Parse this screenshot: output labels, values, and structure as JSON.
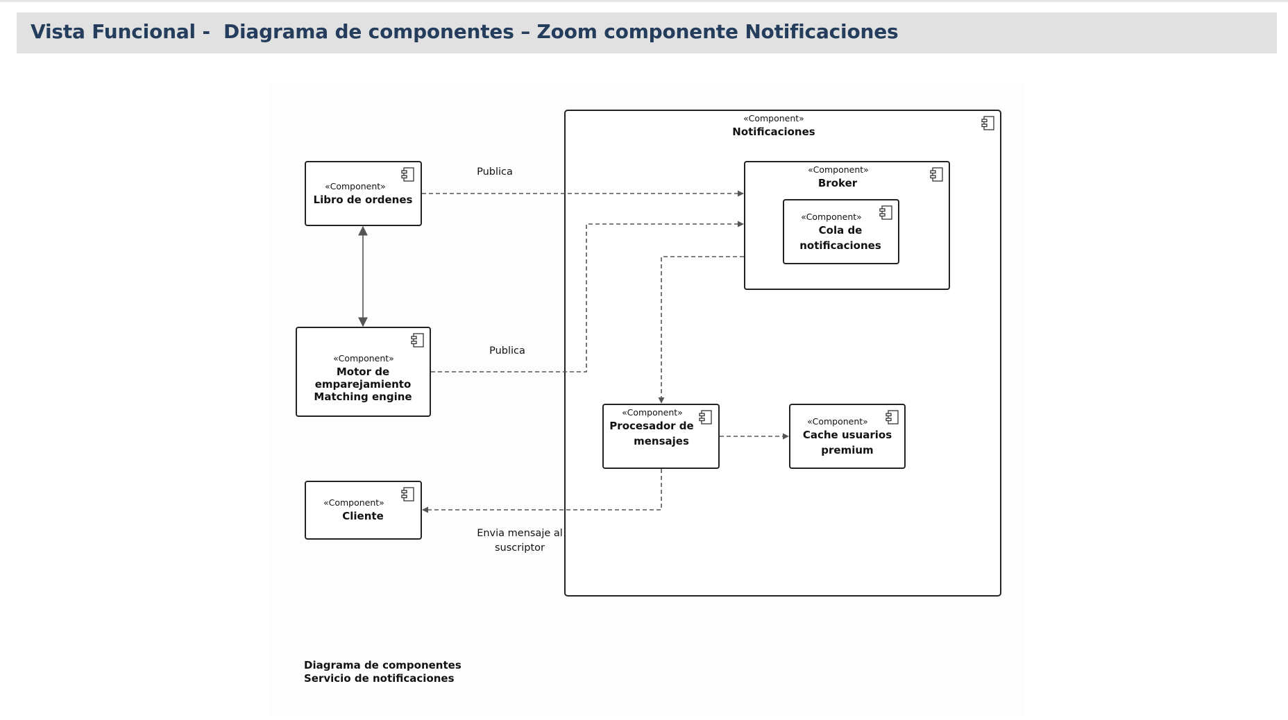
{
  "header": {
    "title": "Vista Funcional -  Diagrama de componentes – Zoom componente Notificaciones"
  },
  "diagram": {
    "stereotype": "«Component»",
    "container": {
      "name": "Notificaciones"
    },
    "components": {
      "broker": {
        "name": "Broker"
      },
      "cola": {
        "name_line1": "Cola de",
        "name_line2": "notificaciones"
      },
      "libro": {
        "name": "Libro de ordenes"
      },
      "motor": {
        "name_line1": "Motor de",
        "name_line2": "emparejamiento",
        "name_line3": "Matching engine"
      },
      "procesador": {
        "name_line1": "Procesador de",
        "name_line2": "mensajes"
      },
      "cache": {
        "name_line1": "Cache usuarios",
        "name_line2": "premium"
      },
      "cliente": {
        "name": "Cliente"
      }
    },
    "edges": {
      "libro_broker": "Publica",
      "motor_broker": "Publica",
      "procesador_cliente_line1": "Envia mensaje al",
      "procesador_cliente_line2": "suscriptor"
    },
    "caption": {
      "line1": "Diagrama de componentes",
      "line2": "Servicio de notificaciones"
    }
  }
}
